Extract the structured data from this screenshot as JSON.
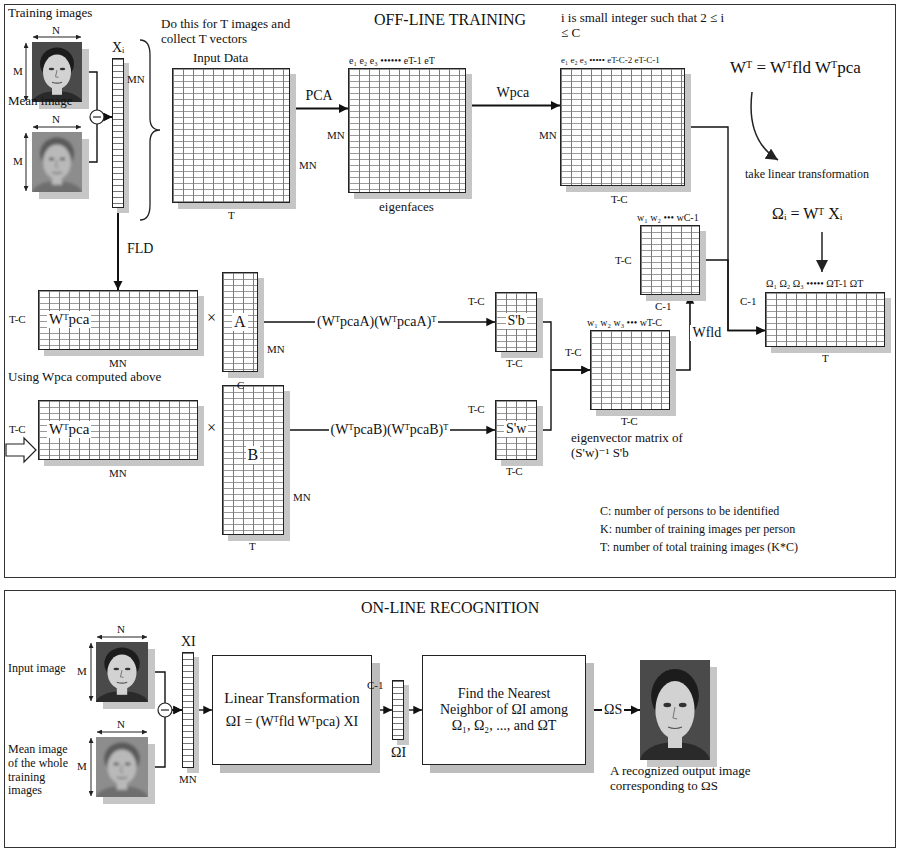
{
  "diagram": {
    "nodes": [
      {
        "text": [
          "OFF-LINE TRAINING"
        ]
      },
      {
        "text": [
          "Training images"
        ],
        "in": 0
      },
      {
        "text": [
          "Mean image"
        ],
        "in": 0
      },
      {
        "text": [
          "Xᵢ",
          "MN"
        ],
        "in": 0
      },
      {
        "text": [
          "Do this for T images and collect T vectors",
          "Input Data",
          "MN",
          "T"
        ],
        "in": 0
      },
      {
        "text": [
          "e₁ e₂ e₃ •••••• eT-1 eT",
          "MN",
          "eigenfaces"
        ],
        "in": 0
      },
      {
        "text": [
          "i is small integer such that 2 ≤ i ≤ C",
          "e₁ e₂ e₃ ••••• eT-C-2 eT-C-1",
          "MN",
          "T-C"
        ],
        "in": 0
      },
      {
        "text": [
          "Ω₁ Ω₂ Ω₃ ••••• ΩT-1 ΩT",
          "C-1",
          "T"
        ],
        "in": 0
      },
      {
        "text": [
          "Wᵀpca",
          "T-C",
          "MN"
        ],
        "in": 0
      },
      {
        "text": [
          "A",
          "MN",
          "C"
        ],
        "in": 0
      },
      {
        "text": [
          "S'b",
          "T-C",
          "T-C"
        ],
        "in": 0
      },
      {
        "text": [
          "w₁ w₂ ••• wC-1",
          "T-C",
          "C-1"
        ],
        "in": 0
      },
      {
        "text": [
          "Wᵀpca",
          "T-C",
          "MN"
        ],
        "in": 0
      },
      {
        "text": [
          "B",
          "MN",
          "T"
        ],
        "in": 0
      },
      {
        "text": [
          "S'w",
          "T-C",
          "T-C"
        ],
        "in": 0
      },
      {
        "text": [
          "w₁ w₂ w₃ ••• wT-C",
          "T-C",
          "T-C",
          "eigenvector matrix of (S'w)⁻¹ S'b"
        ],
        "in": 0
      },
      {
        "text": [
          "ON-LINE RECOGNITION"
        ]
      },
      {
        "text": [
          "Input image"
        ],
        "in": 16
      },
      {
        "text": [
          "Mean image of the whole training images"
        ],
        "in": 16
      },
      {
        "text": [
          "XI",
          "MN"
        ],
        "in": 16
      },
      {
        "text": [
          "Linear Transformation",
          "ΩI = (Wᵀfld Wᵀpca) XI"
        ],
        "in": 16
      },
      {
        "text": [
          "C-1",
          "ΩI"
        ],
        "in": 16
      },
      {
        "text": [
          "Find the Nearest Neighbor of ΩI among Ω₁, Ω₂, ..., and ΩT"
        ],
        "in": 16
      },
      {
        "text": [
          "A recognized output image corresponding to ΩS"
        ],
        "in": 16
      }
    ],
    "edges": [
      {
        "from": 1,
        "to": 3,
        "arrow": "to"
      },
      {
        "from": 2,
        "to": 3,
        "arrow": "to"
      },
      {
        "from": 4,
        "to": 5,
        "label": "PCA",
        "arrow": "to"
      },
      {
        "from": 5,
        "to": 6,
        "label": "Wpca",
        "arrow": "to"
      },
      {
        "from": 6,
        "to": 7,
        "arrow": "to"
      },
      {
        "from": 11,
        "to": 7,
        "arrow": "to"
      },
      {
        "from": 3,
        "to": 8,
        "label": "FLD",
        "arrow": "to"
      },
      {
        "from": 9,
        "to": 10,
        "label": "(WᵀpcaA)(WᵀpcaA)ᵀ",
        "arrow": "to"
      },
      {
        "from": 13,
        "to": 14,
        "label": "(WᵀpcaB)(WᵀpcaB)ᵀ",
        "arrow": "to"
      },
      {
        "from": 10,
        "to": 15,
        "arrow": "to"
      },
      {
        "from": 14,
        "to": 15,
        "arrow": "to"
      },
      {
        "from": 15,
        "to": 11,
        "label": "Wfld",
        "arrow": "to"
      },
      {
        "from": 17,
        "to": 19,
        "arrow": "to"
      },
      {
        "from": 18,
        "to": 19,
        "arrow": "to"
      },
      {
        "from": 19,
        "to": 20,
        "arrow": "to"
      },
      {
        "from": 20,
        "to": 21,
        "arrow": "to"
      },
      {
        "from": 21,
        "to": 22,
        "arrow": "to"
      },
      {
        "from": 22,
        "to": 23,
        "label": "ΩS",
        "arrow": "to"
      }
    ],
    "labels": [
      "N",
      "M",
      "N",
      "M",
      "Wᵀ = Wᵀfld Wᵀpca",
      "take linear transformation",
      "Ωᵢ = Wᵀ Xᵢ",
      "×",
      "×",
      "Using Wpca computed above",
      "C: number of persons to be identified",
      "K: number of training images per person",
      "T: number of total training images (K*C)",
      "N",
      "M",
      "N",
      "M"
    ]
  }
}
